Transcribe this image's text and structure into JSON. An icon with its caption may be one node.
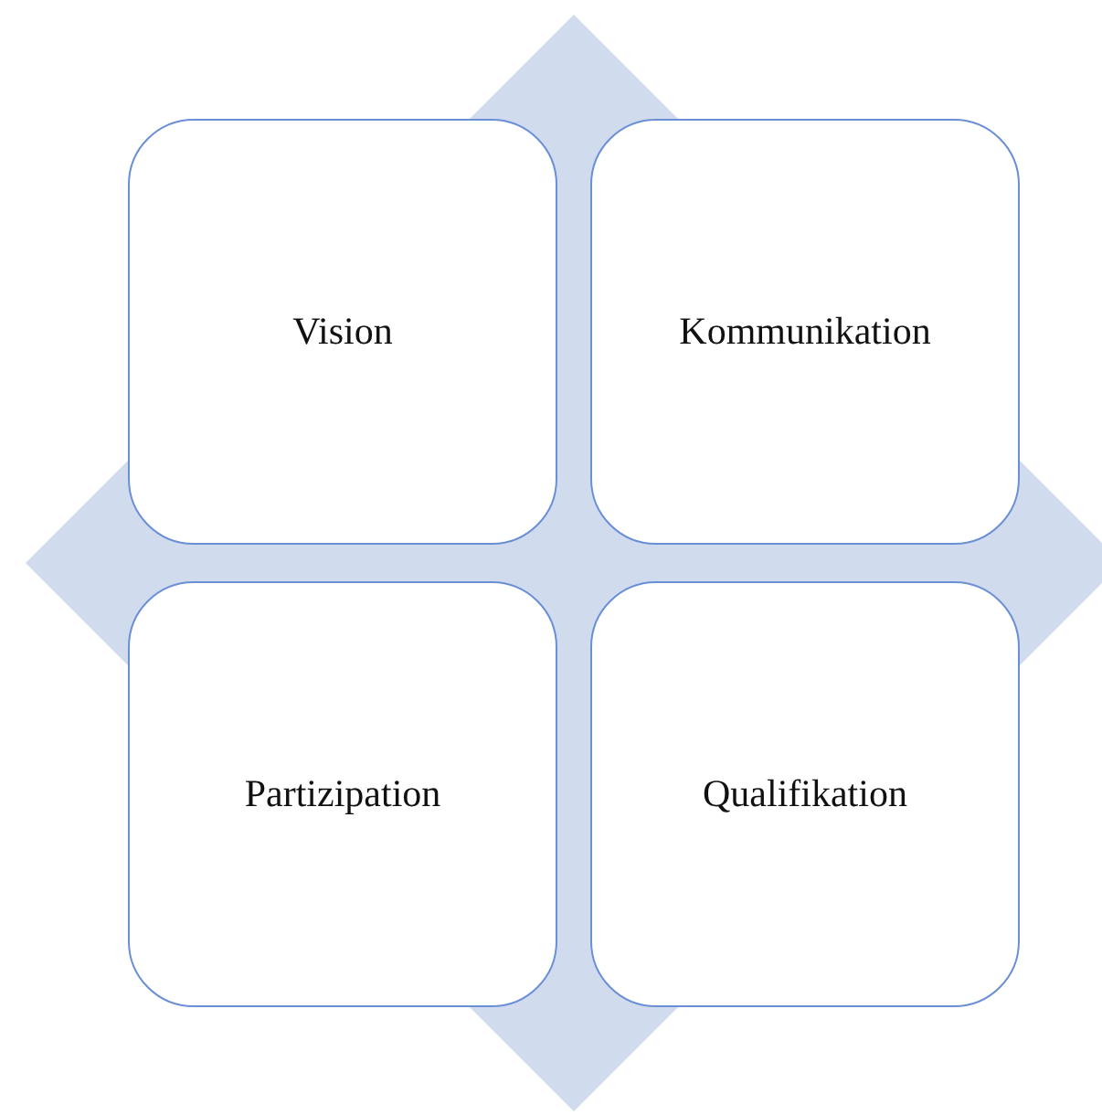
{
  "diagram": {
    "nodes": [
      {
        "text": [
          "Vision"
        ]
      },
      {
        "text": [
          "Kommunikation"
        ]
      },
      {
        "text": [
          "Partizipation"
        ]
      },
      {
        "text": [
          "Qualifikation"
        ]
      }
    ]
  }
}
